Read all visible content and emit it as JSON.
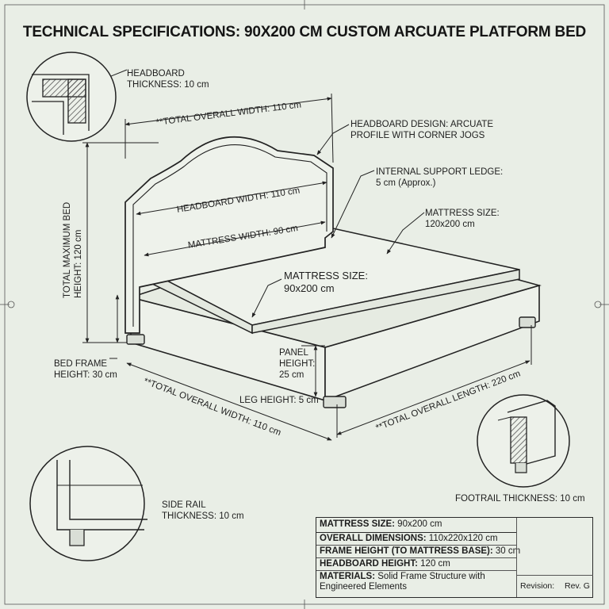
{
  "title": "TECHNICAL SPECIFICATIONS: 90X200 CM CUSTOM ARCUATE PLATFORM BED",
  "labels": {
    "headboard_thickness": [
      "HEADBOARD",
      "THICKNESS: 10 cm"
    ],
    "total_width_top": "**TOTAL OVERALL WIDTH: 110 cm",
    "headboard_design": [
      "HEADBOARD DESIGN: ARCUATE",
      "PROFILE WITH CORNER JOGS"
    ],
    "internal_ledge": [
      "INTERNAL SUPPORT LEDGE:",
      "5 cm (Approx.)"
    ],
    "headboard_width": "HEADBOARD WIDTH: 110 cm",
    "mattress_width": "MATTRESS WIDTH: 90 cm",
    "mattress_size_right": [
      "MATTRESS SIZE:",
      "120x200 cm"
    ],
    "mattress_size_center": [
      "MATTRESS SIZE:",
      "90x200 cm"
    ],
    "total_height": [
      "TOTAL MAXIMUM BED",
      "HEIGHT: 120 cm"
    ],
    "bed_frame_height": [
      "BED FRAME",
      "HEIGHT: 30 cm"
    ],
    "panel_height": [
      "PANEL",
      "HEIGHT:",
      "25 cm"
    ],
    "leg_height": "LEG HEIGHT: 5 cm",
    "total_width_bottom": "**TOTAL OVERALL WIDTH: 110 cm",
    "total_length": "**TOTAL OVERALL LENGTH: 220 cm",
    "side_rail": [
      "SIDE RAIL",
      "THICKNESS: 10 cm"
    ],
    "footrail": "FOOTRAIL THICKNESS: 10 cm"
  },
  "title_block": {
    "rows": [
      {
        "key": "MATTRESS SIZE:",
        "value": " 90x200 cm"
      },
      {
        "key": "OVERALL DIMENSIONS:",
        "value": " 110x220x120 cm"
      },
      {
        "key": "FRAME HEIGHT (TO MATTRESS BASE):",
        "value": " 30 cm"
      },
      {
        "key": "HEADBOARD HEIGHT:",
        "value": " 120 cm"
      },
      {
        "key": "MATERIALS:",
        "value": " Solid Frame Structure with"
      }
    ],
    "materials_line2": "Engineered Elements",
    "revision_label": "Revision:",
    "revision_value": "Rev. G"
  },
  "colors": {
    "ink": "#1c1c1c",
    "paper": "#e9eee6",
    "hatch": "#555555"
  }
}
